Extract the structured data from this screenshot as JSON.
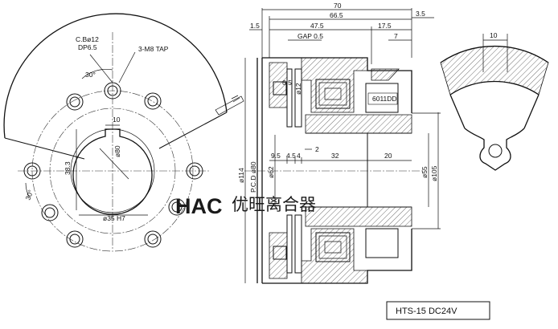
{
  "front_view": {
    "counterbore": "C.Bø12",
    "counterbore_depth": "DP6.5",
    "tap": "3-M8 TAP",
    "angle_top": "30°",
    "angle_left": "30°",
    "keyway_width": "10",
    "shaft_label": "ø80",
    "keyway_depth": "38.3",
    "bore": "ø35 H7"
  },
  "section_view": {
    "overall_length": "70",
    "length_66": "66.5",
    "length_47": "47.5",
    "length_17": "17.5",
    "offset_15": "1.5",
    "offset_35": "3.5",
    "gap": "GAP 0.5",
    "width_7": "7",
    "dim_65": "6.5",
    "dia_12": "ø12",
    "dim_95": "9.5",
    "dim_45": "4.5",
    "dim_4": "4",
    "dim_2": "2",
    "dim_32": "32",
    "dim_20": "20",
    "dia_114": "ø114",
    "pcd": "P.C.D ø80",
    "dia_62": "ø62",
    "dia_55": "ø55",
    "dia_105": "ø105",
    "bearing": "6011DD"
  },
  "detail_view": {
    "width": "10"
  },
  "brand": {
    "logo": "HAC",
    "name": "优旺离合器"
  },
  "title_block": {
    "model": "HTS-15 DC24V"
  }
}
